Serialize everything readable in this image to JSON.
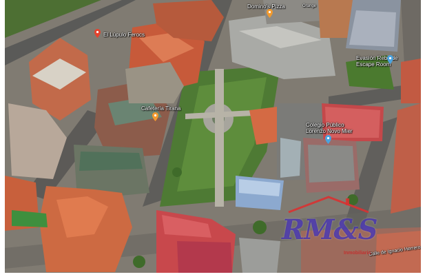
{
  "map": {
    "type": "satellite-3d",
    "labels": {
      "ludolo": "El Lúpulo Ferocs",
      "cafeteria": "Cafetería Tirana",
      "domino": "Domino's Pizza",
      "evasion_line1": "Evasión Rebelde",
      "evasion_line2": "Escape Room",
      "colegio_line1": "Colegio Público",
      "colegio_line2": "Lorenzo Novo Mier",
      "calle": "Calle de Ignacio Herrero",
      "orange": "Orange"
    },
    "pins": [
      {
        "name": "pin-el-lupulo",
        "color": "#e5432e"
      },
      {
        "name": "pin-cafeteria-tirana",
        "color": "#f29a2e"
      },
      {
        "name": "pin-dominos",
        "color": "#f29a2e"
      },
      {
        "name": "pin-evasion",
        "color": "#4aa3df"
      },
      {
        "name": "pin-colegio",
        "color": "#4aa3df"
      }
    ]
  },
  "watermark": {
    "text": "RM&S",
    "subtitle": "Inmobiliaria",
    "color": "#3c28aa",
    "roof_color": "#d83232"
  }
}
